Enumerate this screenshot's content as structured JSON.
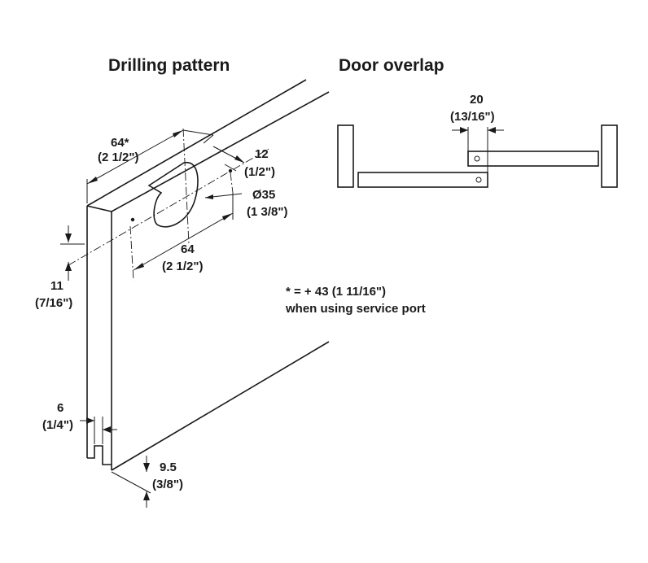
{
  "headings": {
    "drilling_pattern": "Drilling pattern",
    "door_overlap": "Door overlap"
  },
  "drilling": {
    "width_dim": {
      "value": "64*",
      "imperial": "(2 1/2\")"
    },
    "edge_dim": {
      "value": "12",
      "imperial": "(1/2\")"
    },
    "diameter_dim": {
      "value": "Ø35",
      "imperial": "(1 3/8\")"
    },
    "spacing_dim": {
      "value": "64",
      "imperial": "(2 1/2\")"
    },
    "height_dim": {
      "value": "11",
      "imperial": "(7/16\")"
    },
    "groove_dim": {
      "value": "6",
      "imperial": "(1/4\")"
    },
    "depth_dim": {
      "value": "9.5",
      "imperial": "(3/8\")"
    }
  },
  "note": {
    "line1": "* = + 43 (1 11/16\")",
    "line2": "when using service port"
  },
  "overlap": {
    "dim": {
      "value": "20",
      "imperial": "(13/16\")"
    }
  },
  "colors": {
    "ink": "#1a1a1a",
    "background": "#ffffff"
  }
}
